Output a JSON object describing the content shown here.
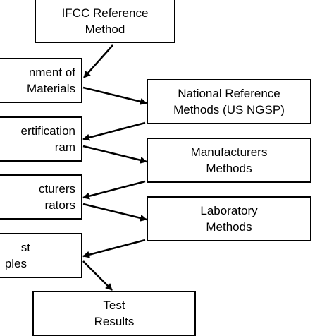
{
  "diagram": {
    "nodes": [
      {
        "id": "ifcc",
        "lines": [
          "IFCC Reference",
          "Method"
        ]
      },
      {
        "id": "assignment",
        "lines": [
          "nment of",
          "Materials"
        ]
      },
      {
        "id": "national",
        "lines": [
          "National Reference",
          "Methods (US NGSP)"
        ]
      },
      {
        "id": "certification",
        "lines": [
          "ertification",
          "ram"
        ]
      },
      {
        "id": "manufacturers_methods",
        "lines": [
          "Manufacturers",
          "Methods"
        ]
      },
      {
        "id": "calibrators",
        "lines": [
          "cturers",
          "rators"
        ]
      },
      {
        "id": "laboratory",
        "lines": [
          "Laboratory",
          "Methods"
        ]
      },
      {
        "id": "samples",
        "lines": [
          "st",
          "ples"
        ]
      },
      {
        "id": "results",
        "lines": [
          "Test",
          "Results"
        ]
      }
    ],
    "edges": [
      {
        "from": "ifcc",
        "to": "assignment"
      },
      {
        "from": "assignment",
        "to": "national"
      },
      {
        "from": "national",
        "to": "certification"
      },
      {
        "from": "certification",
        "to": "manufacturers_methods"
      },
      {
        "from": "manufacturers_methods",
        "to": "calibrators"
      },
      {
        "from": "calibrators",
        "to": "laboratory"
      },
      {
        "from": "laboratory",
        "to": "samples"
      },
      {
        "from": "samples",
        "to": "results"
      }
    ]
  }
}
